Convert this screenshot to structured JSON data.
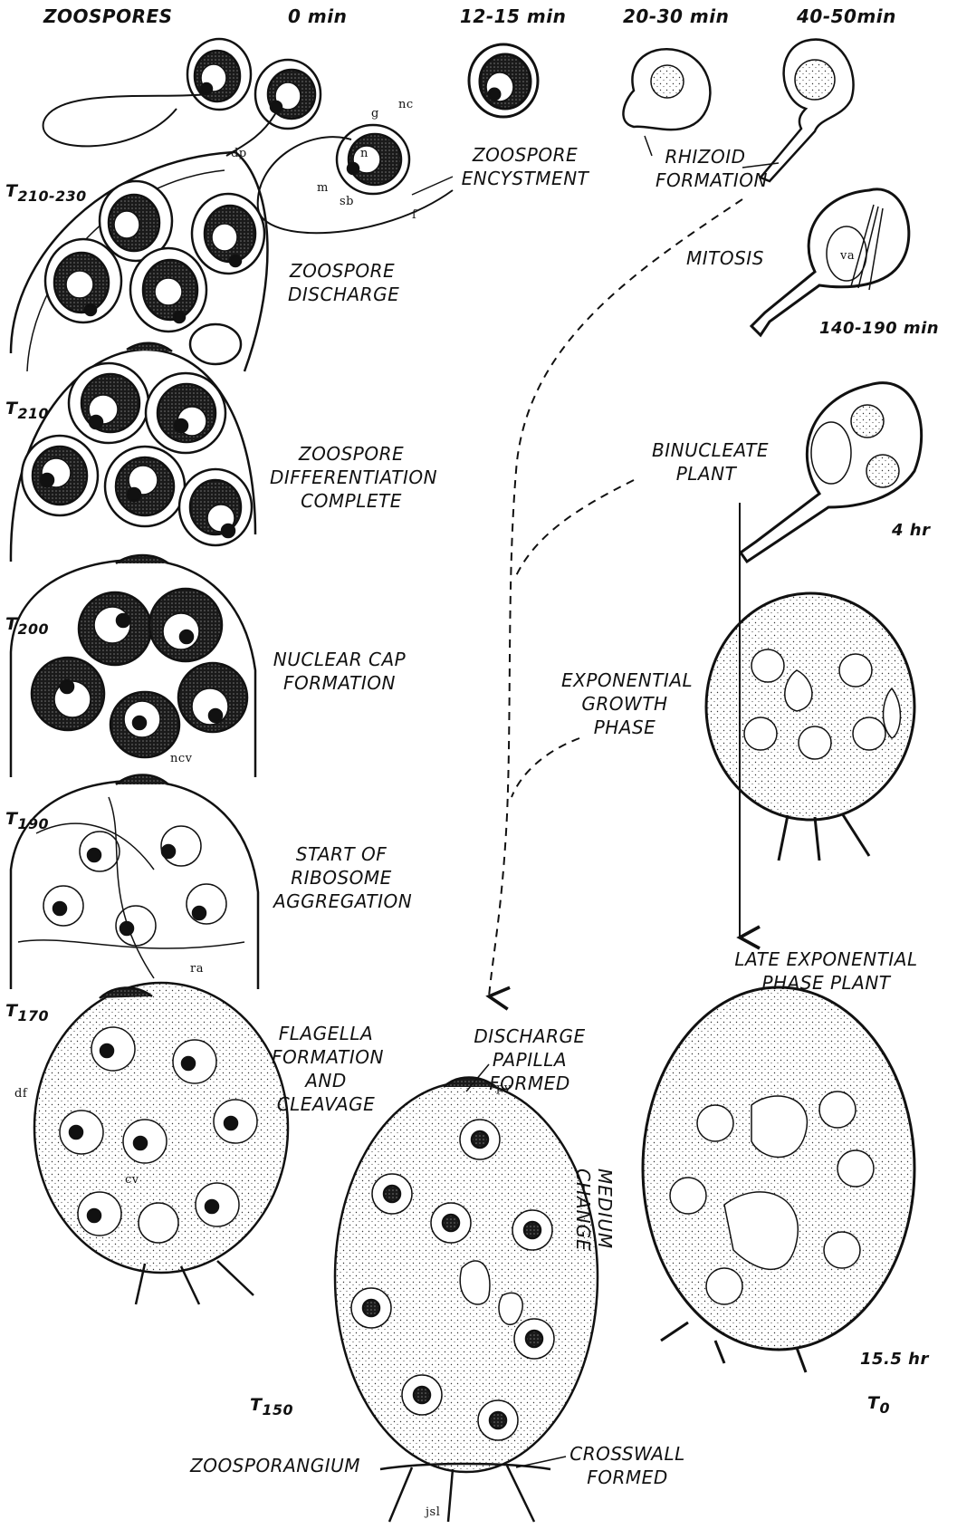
{
  "headers": {
    "zoospores": "ZOOSPORES",
    "t0": "0 min",
    "t12": "12-15 min",
    "t20": "20-30 min",
    "t40": "40-50min"
  },
  "stages": {
    "encystment": [
      "ZOOSPORE",
      "ENCYSTMENT"
    ],
    "rhizoid": [
      "RHIZOID",
      "FORMATION"
    ],
    "mitosis": [
      "MITOSIS"
    ],
    "t140": "140-190 min",
    "binucleate": [
      "BINUCLEATE",
      "PLANT"
    ],
    "t4hr": "4 hr",
    "exponential": [
      "EXPONENTIAL",
      "GROWTH",
      "PHASE"
    ],
    "late_exp": [
      "LATE EXPONENTIAL",
      "PHASE PLANT"
    ],
    "t155": "15.5 hr",
    "t_zero": "T",
    "t_zero_sub": "0",
    "medium_change": "MEDIUM CHANGE",
    "discharge_papilla": [
      "DISCHARGE",
      "PAPILLA",
      "FORMED"
    ],
    "crosswall": [
      "CROSSWALL",
      "FORMED"
    ],
    "zoosporangium": "ZOOSPORANGIUM",
    "t150": "T",
    "t150_sub": "150",
    "flagella": [
      "FLAGELLA",
      "FORMATION",
      "AND",
      "CLEAVAGE"
    ],
    "t170": "T",
    "t170_sub": "170",
    "ribosome": [
      "START OF",
      "RIBOSOME",
      "AGGREGATION"
    ],
    "t190": "T",
    "t190_sub": "190",
    "nuclear_cap": [
      "NUCLEAR CAP",
      "FORMATION"
    ],
    "t200": "T",
    "t200_sub": "200",
    "differentiation": [
      "ZOOSPORE",
      "DIFFERENTIATION",
      "COMPLETE"
    ],
    "t210": "T",
    "t210_sub": "210",
    "discharge": [
      "ZOOSPORE",
      "DISCHARGE"
    ],
    "t210_230": "T",
    "t210_230_sub": "210-230"
  },
  "part_labels": {
    "dp": "dp",
    "g": "g",
    "nc": "nc",
    "n": "n",
    "m": "m",
    "sb": "sb",
    "f": "f",
    "va": "va",
    "ncv": "ncv",
    "ra": "ra",
    "df": "df",
    "cv": "cv",
    "pv": "pv",
    "jsl": "jsl"
  }
}
